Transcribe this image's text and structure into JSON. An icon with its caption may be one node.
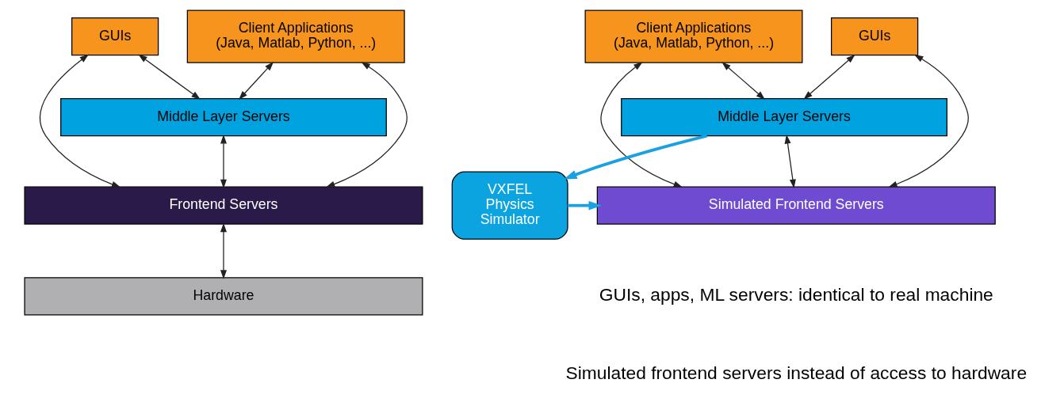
{
  "diagram": {
    "nodes": [
      {
        "text": [
          "GUIs"
        ]
      },
      {
        "text": [
          "Client Applications (Java, Matlab, Python, ...)"
        ]
      },
      {
        "text": [
          "Middle Layer Servers"
        ]
      },
      {
        "text": [
          "Frontend Servers"
        ]
      },
      {
        "text": [
          "Hardware"
        ]
      },
      {
        "text": [
          "GUIs"
        ]
      },
      {
        "text": [
          "Client Applications (Java, Matlab, Python, ...)"
        ]
      },
      {
        "text": [
          "Middle Layer Servers"
        ]
      },
      {
        "text": [
          "Simulated Frontend Servers"
        ]
      },
      {
        "text": [
          "VXFEL Physics Simulator"
        ]
      }
    ],
    "edges": [
      {
        "from": 0,
        "to": 3,
        "arrow": "both"
      },
      {
        "from": 0,
        "to": 2,
        "arrow": "both"
      },
      {
        "from": 1,
        "to": 2,
        "arrow": "both"
      },
      {
        "from": 1,
        "to": 3,
        "arrow": "both"
      },
      {
        "from": 2,
        "to": 3,
        "arrow": "both"
      },
      {
        "from": 3,
        "to": 4,
        "arrow": "both"
      },
      {
        "from": 5,
        "to": 8,
        "arrow": "both"
      },
      {
        "from": 5,
        "to": 7,
        "arrow": "both"
      },
      {
        "from": 6,
        "to": 7,
        "arrow": "both"
      },
      {
        "from": 6,
        "to": 8,
        "arrow": "both"
      },
      {
        "from": 7,
        "to": 8,
        "arrow": "both"
      },
      {
        "from": 7,
        "to": 9,
        "arrow": "to",
        "style": "thick",
        "color": "#1ba1e2"
      },
      {
        "from": 9,
        "to": 8,
        "arrow": "to",
        "style": "thick",
        "color": "#1ba1e2"
      }
    ],
    "labels": [
      "GUIs, apps, ML servers: identical to real machine",
      "Simulated frontend servers instead of access to hardware"
    ]
  }
}
